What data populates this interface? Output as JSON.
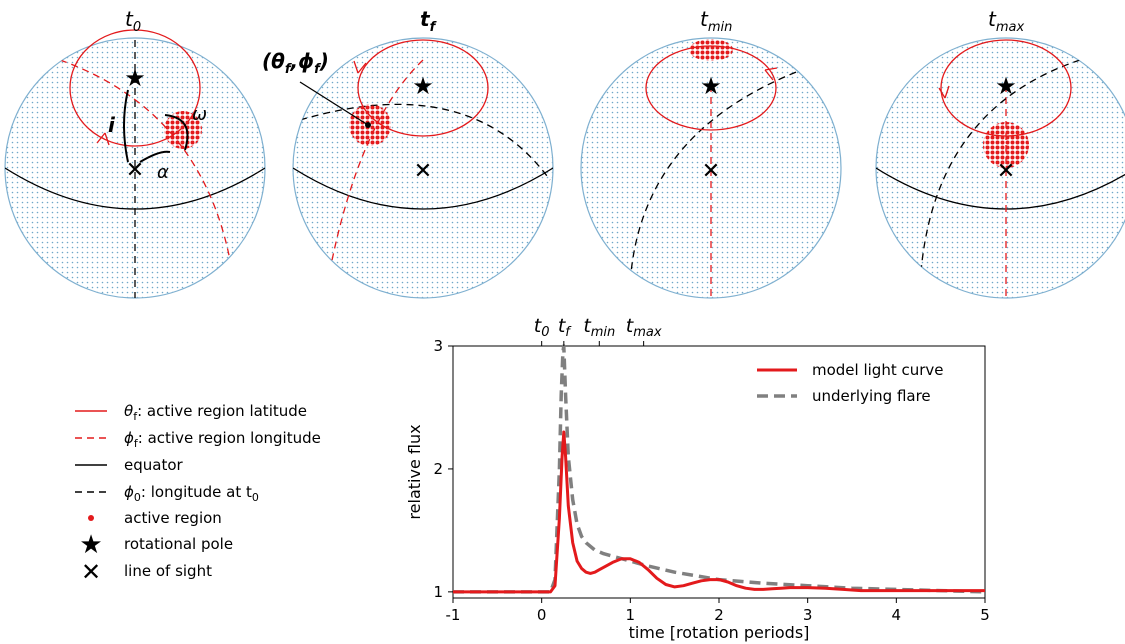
{
  "spheres": [
    {
      "id": "t0",
      "title_main": "t",
      "title_sub": "0",
      "bold": false
    },
    {
      "id": "tf",
      "title_main": "t",
      "title_sub": "f",
      "bold": true
    },
    {
      "id": "tmin",
      "title_main": "t",
      "title_sub": "min",
      "bold": false
    },
    {
      "id": "tmax",
      "title_main": "t",
      "title_sub": "max",
      "bold": false
    }
  ],
  "sphere_annotations": {
    "inclination": "i",
    "width": "ω",
    "alpha": "α",
    "flare_coords_open": "(",
    "flare_coords_theta": "θ",
    "flare_coords_comma": ",",
    "flare_coords_phi": "ϕ",
    "flare_coords_sub": "f",
    "flare_coords_close": ")"
  },
  "legend": [
    {
      "symbol": "solid-red-line",
      "label": "θ",
      "label_sub": "f",
      "label_rest": ": active region latitude"
    },
    {
      "symbol": "dashed-red-line",
      "label": "ϕ",
      "label_sub": "f",
      "label_rest": ": active region longitude"
    },
    {
      "symbol": "solid-black-line",
      "label": "equator",
      "label_sub": "",
      "label_rest": ""
    },
    {
      "symbol": "dashed-black-line",
      "label": "ϕ",
      "label_sub": "0",
      "label_rest": ": longitude at t",
      "label_sub2": "0"
    },
    {
      "symbol": "red-dot",
      "label": "active region",
      "label_sub": "",
      "label_rest": ""
    },
    {
      "symbol": "star",
      "label": "rotational pole",
      "label_sub": "",
      "label_rest": ""
    },
    {
      "symbol": "cross",
      "label": "line of sight",
      "label_sub": "",
      "label_rest": ""
    }
  ],
  "colors": {
    "sphere_dots": "#6fa8c9",
    "sphere_edge": "#7fb0d0",
    "red": "#e31a1c",
    "grey": "#808080",
    "black": "#000000"
  },
  "chart_data": {
    "type": "line",
    "xlabel": "time [rotation periods]",
    "ylabel": "relative flux",
    "xlim": [
      -1,
      5
    ],
    "ylim": [
      0.95,
      3
    ],
    "xticks": [
      -1,
      0,
      1,
      2,
      3,
      4,
      5
    ],
    "yticks": [
      1,
      2,
      3
    ],
    "top_ticks": [
      {
        "x": 0.0,
        "main": "t",
        "sub": "0"
      },
      {
        "x": 0.25,
        "main": "t",
        "sub": "f"
      },
      {
        "x": 0.65,
        "main": "t",
        "sub": "min"
      },
      {
        "x": 1.15,
        "main": "t",
        "sub": "max"
      }
    ],
    "legend_position": "top-right",
    "series": [
      {
        "name": "model light curve",
        "color": "#e31a1c",
        "style": "solid",
        "x": [
          -1,
          0,
          0.1,
          0.15,
          0.2,
          0.23,
          0.25,
          0.27,
          0.3,
          0.35,
          0.4,
          0.45,
          0.5,
          0.55,
          0.6,
          0.65,
          0.7,
          0.8,
          0.9,
          1.0,
          1.1,
          1.2,
          1.3,
          1.4,
          1.5,
          1.6,
          1.7,
          1.8,
          1.9,
          2.0,
          2.1,
          2.2,
          2.3,
          2.4,
          2.5,
          2.6,
          2.7,
          2.8,
          2.9,
          3.0,
          3.2,
          3.4,
          3.6,
          3.8,
          4.0,
          4.5,
          5.0
        ],
        "y": [
          1,
          1,
          1,
          1.05,
          1.6,
          2.1,
          2.3,
          2.1,
          1.7,
          1.4,
          1.25,
          1.19,
          1.16,
          1.15,
          1.16,
          1.18,
          1.2,
          1.24,
          1.27,
          1.27,
          1.24,
          1.18,
          1.11,
          1.06,
          1.04,
          1.05,
          1.07,
          1.09,
          1.1,
          1.1,
          1.08,
          1.05,
          1.03,
          1.02,
          1.02,
          1.025,
          1.03,
          1.035,
          1.035,
          1.035,
          1.03,
          1.02,
          1.01,
          1.01,
          1.01,
          1.01,
          1.01
        ]
      },
      {
        "name": "underlying flare",
        "color": "#808080",
        "style": "dashed",
        "x": [
          -1,
          0,
          0.1,
          0.15,
          0.2,
          0.22,
          0.24,
          0.25,
          0.27,
          0.3,
          0.35,
          0.4,
          0.45,
          0.5,
          0.6,
          0.7,
          0.8,
          1.0,
          1.2,
          1.5,
          2.0,
          2.5,
          3.0,
          3.5,
          4.0,
          4.5,
          5.0
        ],
        "y": [
          1,
          1,
          1,
          1.1,
          2.0,
          2.6,
          2.95,
          3.0,
          2.6,
          2.1,
          1.75,
          1.55,
          1.45,
          1.4,
          1.34,
          1.31,
          1.29,
          1.25,
          1.21,
          1.16,
          1.1,
          1.07,
          1.05,
          1.03,
          1.02,
          1.01,
          1.0
        ]
      }
    ]
  }
}
